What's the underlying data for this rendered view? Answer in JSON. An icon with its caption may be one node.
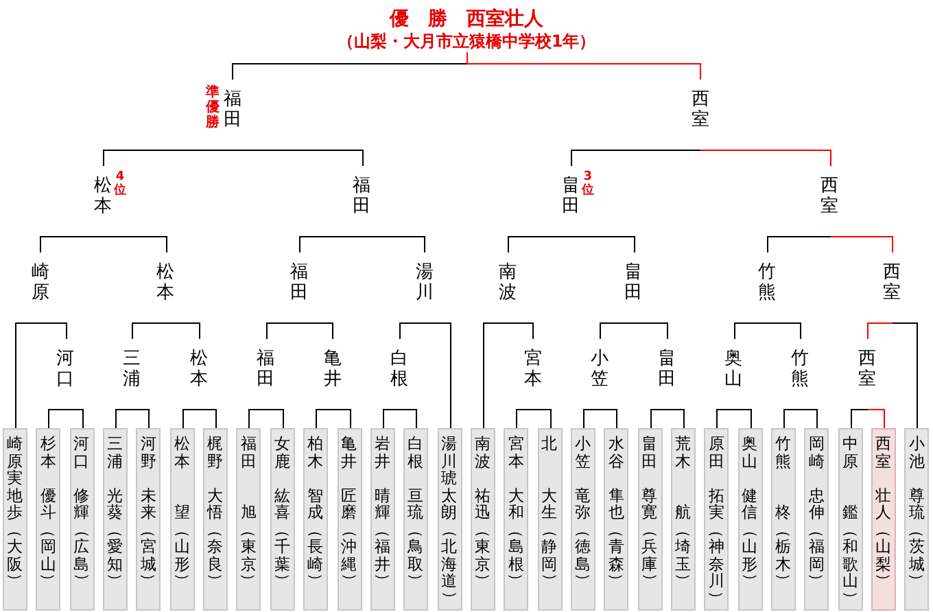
{
  "diagram": {
    "nodes": [
      {
        "text": [
          "優　勝　西室壮人",
          "（山梨・大月市立猿橋中学校1年）"
        ]
      },
      {
        "text": [
          "福田"
        ],
        "beside": [
          "準優勝"
        ]
      },
      {
        "text": [
          "西室"
        ]
      },
      {
        "text": [
          "松本"
        ],
        "beside": [
          "4位"
        ]
      },
      {
        "text": [
          "福田"
        ]
      },
      {
        "text": [
          "畠田"
        ],
        "beside": [
          "3位"
        ]
      },
      {
        "text": [
          "西室"
        ]
      },
      {
        "text": [
          "崎原"
        ]
      },
      {
        "text": [
          "松本"
        ]
      },
      {
        "text": [
          "福田"
        ]
      },
      {
        "text": [
          "湯川"
        ]
      },
      {
        "text": [
          "南波"
        ]
      },
      {
        "text": [
          "畠田"
        ]
      },
      {
        "text": [
          "竹熊"
        ]
      },
      {
        "text": [
          "西室"
        ]
      },
      {
        "text": [
          "河口"
        ]
      },
      {
        "text": [
          "三浦"
        ]
      },
      {
        "text": [
          "松本"
        ]
      },
      {
        "text": [
          "福田"
        ]
      },
      {
        "text": [
          "亀井"
        ]
      },
      {
        "text": [
          "白根"
        ]
      },
      {
        "text": [
          "宮本"
        ]
      },
      {
        "text": [
          "小笠"
        ]
      },
      {
        "text": [
          "畠田"
        ]
      },
      {
        "text": [
          "奥山"
        ]
      },
      {
        "text": [
          "竹熊"
        ]
      },
      {
        "text": [
          "西室"
        ]
      },
      {
        "text": [
          "崎原実地歩",
          "（大阪）"
        ]
      },
      {
        "text": [
          "杉本",
          "優斗",
          "（岡山）"
        ]
      },
      {
        "text": [
          "河口",
          "修輝",
          "（広島）"
        ]
      },
      {
        "text": [
          "三浦",
          "光葵",
          "（愛知）"
        ]
      },
      {
        "text": [
          "河野",
          "未来",
          "（宮城）"
        ]
      },
      {
        "text": [
          "松本",
          "望",
          "（山形）"
        ]
      },
      {
        "text": [
          "梶野",
          "大悟",
          "（奈良）"
        ]
      },
      {
        "text": [
          "福田",
          "旭",
          "（東京）"
        ]
      },
      {
        "text": [
          "女鹿",
          "紘喜",
          "（千葉）"
        ]
      },
      {
        "text": [
          "柏木",
          "智成",
          "（長崎）"
        ]
      },
      {
        "text": [
          "亀井",
          "匠磨",
          "（沖縄）"
        ]
      },
      {
        "text": [
          "岩井",
          "晴輝",
          "（福井）"
        ]
      },
      {
        "text": [
          "白根",
          "亘琉",
          "（鳥取）"
        ]
      },
      {
        "text": [
          "湯川琥太朗",
          "（北海道）"
        ]
      },
      {
        "text": [
          "南波",
          "祐迅",
          "（東京）"
        ]
      },
      {
        "text": [
          "宮本",
          "大和",
          "（島根）"
        ]
      },
      {
        "text": [
          "北",
          "大生",
          "（静岡）"
        ]
      },
      {
        "text": [
          "小笠",
          "竜弥",
          "（徳島）"
        ]
      },
      {
        "text": [
          "水谷",
          "隼也",
          "（青森）"
        ]
      },
      {
        "text": [
          "畠田",
          "尊寛",
          "（兵庫）"
        ]
      },
      {
        "text": [
          "荒木",
          "航",
          "（埼玉）"
        ]
      },
      {
        "text": [
          "原田",
          "拓実",
          "（神奈川）"
        ]
      },
      {
        "text": [
          "奥山",
          "健信",
          "（山形）"
        ]
      },
      {
        "text": [
          "竹熊",
          "柊",
          "（栃木）"
        ]
      },
      {
        "text": [
          "岡崎",
          "忠伸",
          "（福岡）"
        ]
      },
      {
        "text": [
          "中原",
          "鑑",
          "（和歌山）"
        ]
      },
      {
        "text": [
          "西室",
          "壮人",
          "（山梨）"
        ]
      },
      {
        "text": [
          "小池",
          "尊琉",
          "（茨城）"
        ]
      }
    ],
    "edges": [
      {
        "from": 0,
        "to": 1,
        "arrow": "none"
      },
      {
        "from": 0,
        "to": 2,
        "arrow": "none",
        "color": "#ff0000"
      },
      {
        "from": 1,
        "to": 3,
        "arrow": "none"
      },
      {
        "from": 1,
        "to": 4,
        "arrow": "none"
      },
      {
        "from": 2,
        "to": 5,
        "arrow": "none"
      },
      {
        "from": 2,
        "to": 6,
        "arrow": "none",
        "color": "#ff0000"
      },
      {
        "from": 3,
        "to": 7,
        "arrow": "none"
      },
      {
        "from": 3,
        "to": 8,
        "arrow": "none"
      },
      {
        "from": 4,
        "to": 9,
        "arrow": "none"
      },
      {
        "from": 4,
        "to": 10,
        "arrow": "none"
      },
      {
        "from": 5,
        "to": 11,
        "arrow": "none"
      },
      {
        "from": 5,
        "to": 12,
        "arrow": "none"
      },
      {
        "from": 6,
        "to": 13,
        "arrow": "none"
      },
      {
        "from": 6,
        "to": 14,
        "arrow": "none",
        "color": "#ff0000"
      },
      {
        "from": 7,
        "to": 27,
        "arrow": "none"
      },
      {
        "from": 7,
        "to": 15,
        "arrow": "none"
      },
      {
        "from": 8,
        "to": 16,
        "arrow": "none"
      },
      {
        "from": 8,
        "to": 17,
        "arrow": "none"
      },
      {
        "from": 9,
        "to": 18,
        "arrow": "none"
      },
      {
        "from": 9,
        "to": 19,
        "arrow": "none"
      },
      {
        "from": 10,
        "to": 20,
        "arrow": "none"
      },
      {
        "from": 10,
        "to": 40,
        "arrow": "none"
      },
      {
        "from": 11,
        "to": 41,
        "arrow": "none"
      },
      {
        "from": 11,
        "to": 21,
        "arrow": "none"
      },
      {
        "from": 12,
        "to": 22,
        "arrow": "none"
      },
      {
        "from": 12,
        "to": 23,
        "arrow": "none"
      },
      {
        "from": 13,
        "to": 24,
        "arrow": "none"
      },
      {
        "from": 13,
        "to": 25,
        "arrow": "none"
      },
      {
        "from": 14,
        "to": 26,
        "arrow": "none",
        "color": "#ff0000"
      },
      {
        "from": 14,
        "to": 54,
        "arrow": "none"
      },
      {
        "from": 15,
        "to": 28,
        "arrow": "none"
      },
      {
        "from": 15,
        "to": 29,
        "arrow": "none"
      },
      {
        "from": 16,
        "to": 30,
        "arrow": "none"
      },
      {
        "from": 16,
        "to": 31,
        "arrow": "none"
      },
      {
        "from": 17,
        "to": 32,
        "arrow": "none"
      },
      {
        "from": 17,
        "to": 33,
        "arrow": "none"
      },
      {
        "from": 18,
        "to": 34,
        "arrow": "none"
      },
      {
        "from": 18,
        "to": 35,
        "arrow": "none"
      },
      {
        "from": 19,
        "to": 36,
        "arrow": "none"
      },
      {
        "from": 19,
        "to": 37,
        "arrow": "none"
      },
      {
        "from": 20,
        "to": 38,
        "arrow": "none"
      },
      {
        "from": 20,
        "to": 39,
        "arrow": "none"
      },
      {
        "from": 21,
        "to": 42,
        "arrow": "none"
      },
      {
        "from": 21,
        "to": 43,
        "arrow": "none"
      },
      {
        "from": 22,
        "to": 44,
        "arrow": "none"
      },
      {
        "from": 22,
        "to": 45,
        "arrow": "none"
      },
      {
        "from": 23,
        "to": 46,
        "arrow": "none"
      },
      {
        "from": 23,
        "to": 47,
        "arrow": "none"
      },
      {
        "from": 24,
        "to": 48,
        "arrow": "none"
      },
      {
        "from": 24,
        "to": 49,
        "arrow": "none"
      },
      {
        "from": 25,
        "to": 50,
        "arrow": "none"
      },
      {
        "from": 25,
        "to": 51,
        "arrow": "none"
      },
      {
        "from": 26,
        "to": 52,
        "arrow": "none"
      },
      {
        "from": 26,
        "to": 53,
        "arrow": "none",
        "color": "#ff0000"
      }
    ]
  }
}
